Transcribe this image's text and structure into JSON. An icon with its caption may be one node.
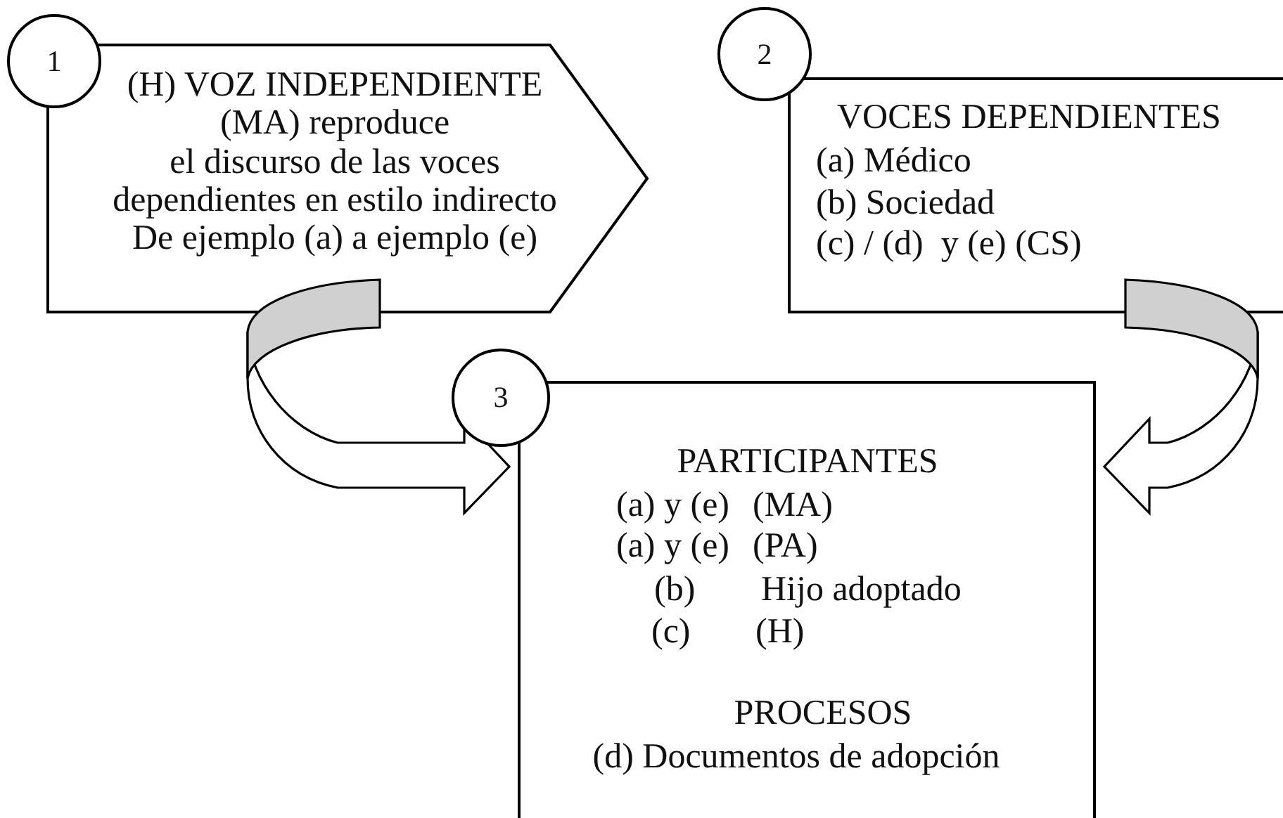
{
  "diagram": {
    "nodes": [
      {
        "text": [
          "1"
        ]
      },
      {
        "text": [
          "(H) VOZ INDEPENDIENTE",
          "(MA) reproduce",
          "el discurso de las voces",
          "dependientes en estilo indirecto",
          "De ejemplo (a) a ejemplo (e)"
        ]
      },
      {
        "text": [
          "2"
        ]
      },
      {
        "text": [
          "VOCES DEPENDIENTES",
          "(a) Médico",
          "(b) Sociedad",
          "(c) / (d)  y (e) (CS)"
        ]
      },
      {
        "text": [
          "3"
        ]
      },
      {
        "text": [
          "PARTICIPANTES",
          "(a) y (e)",
          "(MA)",
          "(a) y (e)",
          "(PA)",
          "(b)",
          "Hijo adoptado",
          "(c)",
          "(H)",
          "PROCESOS",
          "(d) Documentos de adopción"
        ]
      }
    ],
    "edges": [
      {
        "from": 1,
        "to": 5,
        "arrow": "to"
      },
      {
        "from": 3,
        "to": 5,
        "arrow": "to"
      }
    ]
  }
}
